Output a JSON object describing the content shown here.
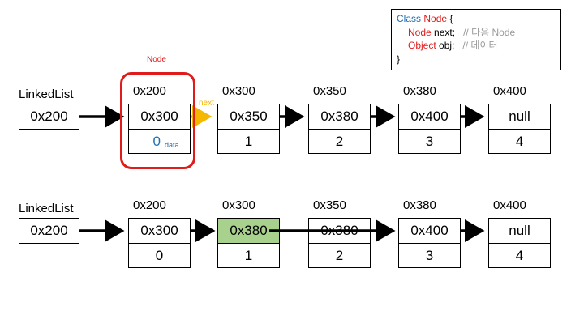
{
  "code": {
    "line1_kw": "Class",
    "line1_type": "Node",
    "line1_brace": "{",
    "line2_type": "Node",
    "line2_decl": "next;",
    "line2_comment": "// 다음 Node",
    "line3_type": "Object",
    "line3_decl": "obj;",
    "line3_comment": "// 데이터",
    "line4_brace": "}"
  },
  "highlight": {
    "label": "Node",
    "next_label": "next",
    "data_label": "data"
  },
  "list1": {
    "title": "LinkedList",
    "head": "0x200",
    "nodes": [
      {
        "addr": "0x200",
        "next": "0x300",
        "value": "0"
      },
      {
        "addr": "0x300",
        "next": "0x350",
        "value": "1"
      },
      {
        "addr": "0x350",
        "next": "0x380",
        "value": "2"
      },
      {
        "addr": "0x380",
        "next": "0x400",
        "value": "3"
      },
      {
        "addr": "0x400",
        "next": "null",
        "value": "4"
      }
    ]
  },
  "list2": {
    "title": "LinkedList",
    "head": "0x200",
    "nodes": [
      {
        "addr": "0x200",
        "next": "0x300",
        "value": "0"
      },
      {
        "addr": "0x300",
        "next": "0x380",
        "value": "1"
      },
      {
        "addr": "0x350",
        "next": "0x380",
        "value": "2"
      },
      {
        "addr": "0x380",
        "next": "0x400",
        "value": "3"
      },
      {
        "addr": "0x400",
        "next": "null",
        "value": "4"
      }
    ]
  },
  "colors": {
    "highlight_border": "#e01b1b",
    "next_arrow": "#f5b800",
    "data_value": "#1f6fb3",
    "updated_pointer_fill": "#a9d18e"
  }
}
